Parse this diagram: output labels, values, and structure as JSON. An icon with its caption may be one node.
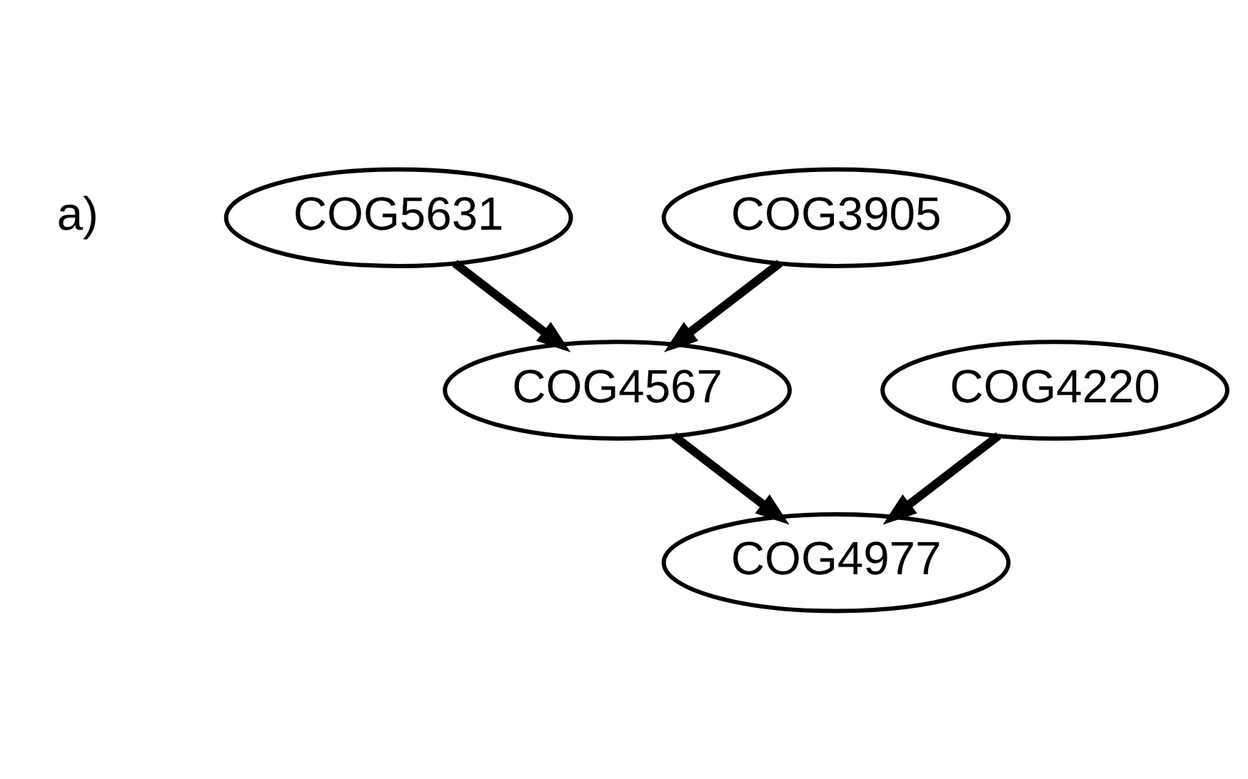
{
  "diagram": {
    "nodes": [
      {
        "text": [
          "COG5631"
        ]
      },
      {
        "text": [
          "COG3905"
        ]
      },
      {
        "text": [
          "COG4567"
        ]
      },
      {
        "text": [
          "COG4220"
        ]
      },
      {
        "text": [
          "COG4977"
        ]
      }
    ],
    "edges": [
      {
        "from": 0,
        "to": 2,
        "arrow": "to"
      },
      {
        "from": 1,
        "to": 2,
        "arrow": "to"
      },
      {
        "from": 2,
        "to": 4,
        "arrow": "to"
      },
      {
        "from": 3,
        "to": 4,
        "arrow": "to"
      }
    ],
    "labels": [
      "a)"
    ]
  }
}
